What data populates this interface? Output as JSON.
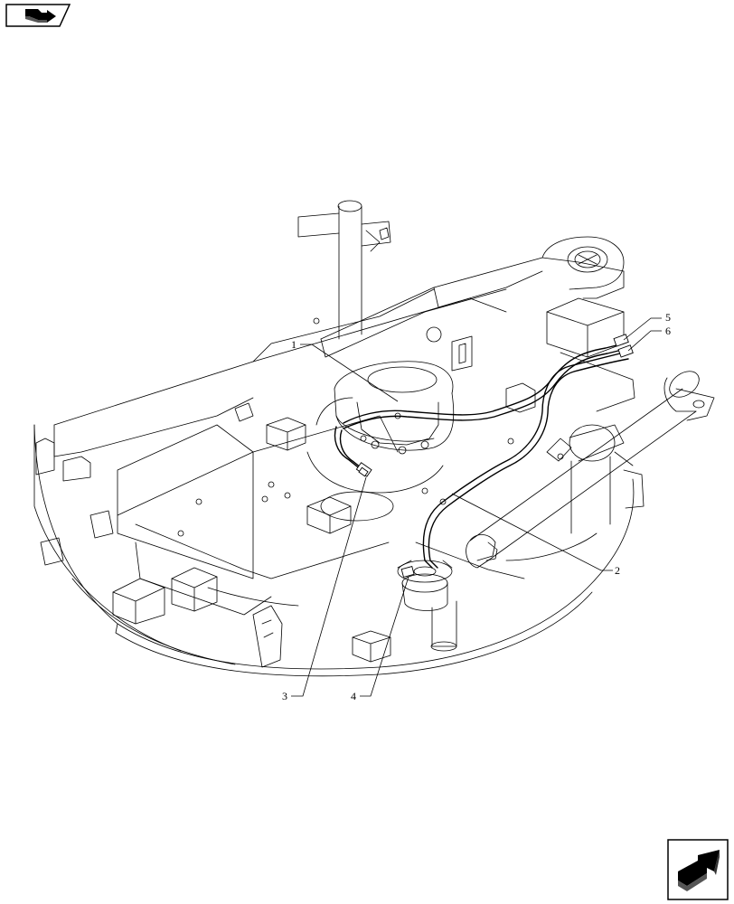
{
  "navigation": {
    "prev_icon": "prev-page-arrow-icon",
    "next_icon": "next-page-arrow-icon"
  },
  "diagram": {
    "line_color": "#000000",
    "background": "#ffffff",
    "callouts": [
      {
        "id": "1",
        "label": "1"
      },
      {
        "id": "2",
        "label": "2"
      },
      {
        "id": "3",
        "label": "3"
      },
      {
        "id": "4",
        "label": "4"
      },
      {
        "id": "5",
        "label": "5"
      },
      {
        "id": "6",
        "label": "6"
      }
    ]
  }
}
